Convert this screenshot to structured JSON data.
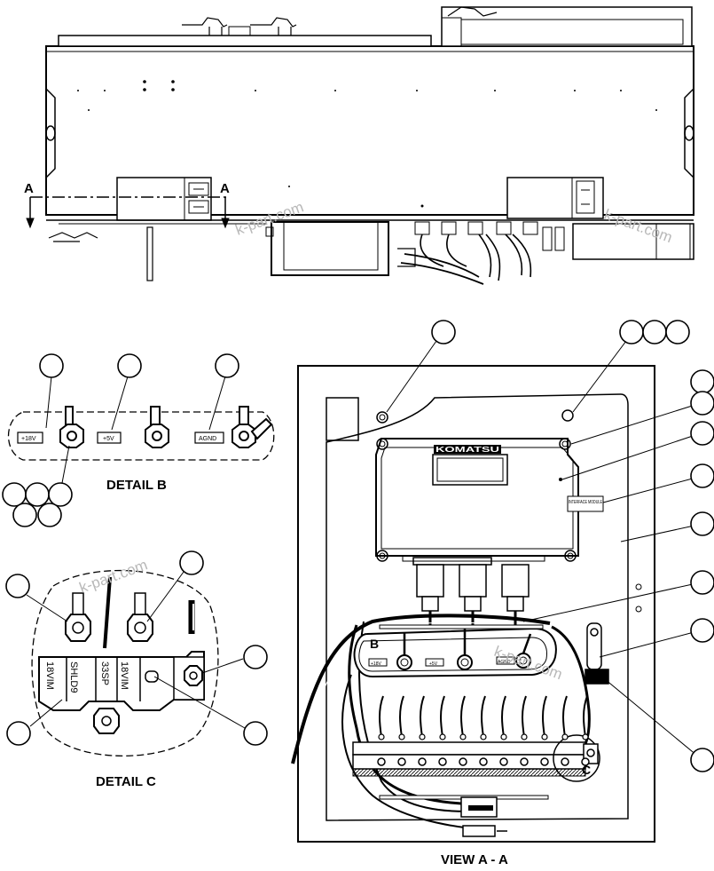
{
  "section_marker": "A",
  "view_a_title": "VIEW A - A",
  "detail_b_title": "DETAIL B",
  "detail_c_title": "DETAIL C",
  "detail_b_callout": "B",
  "detail_c_callout": "C",
  "terminal_labels": {
    "plus_18v": "+18V",
    "plus_5v": "+5V",
    "agnd": "AGND"
  },
  "wire_labels": {
    "shld9": "SHLD9",
    "w18vim_left": "18VIM",
    "w33sp": "33SP",
    "w18vim_right": "18VIM"
  },
  "module_brand": "KOMATSU",
  "interface_module_label": "INTERFACE MODULE",
  "watermark": "k-part.com"
}
